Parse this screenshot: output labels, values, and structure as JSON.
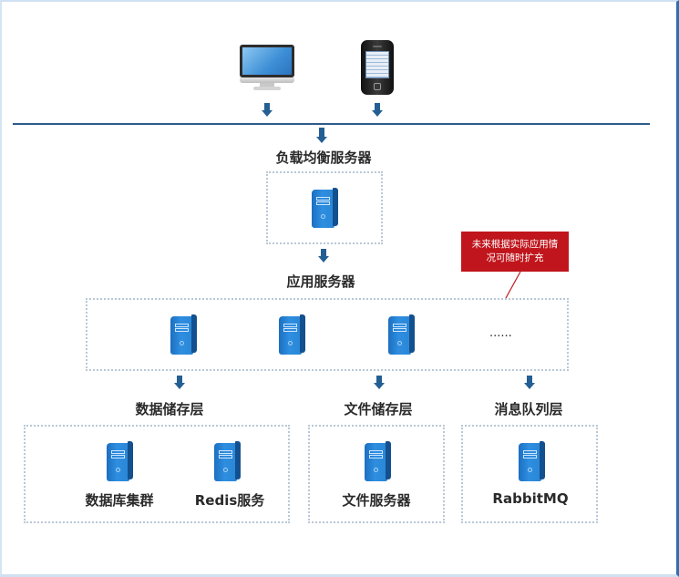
{
  "clients": [
    {
      "name": "desktop-monitor-icon"
    },
    {
      "name": "mobile-phone-icon"
    }
  ],
  "layers": {
    "load_balancer": {
      "title": "负载均衡服务器",
      "servers": 1
    },
    "app_servers": {
      "title": "应用服务器",
      "servers": 3,
      "more": "......",
      "callout": "未来根据实际应用情况可随时扩充"
    },
    "data_storage": {
      "title": "数据储存层",
      "items": [
        "数据库集群",
        "Redis服务"
      ]
    },
    "file_storage": {
      "title": "文件储存层",
      "items": [
        "文件服务器"
      ]
    },
    "message_queue": {
      "title": "消息队列层",
      "items": [
        "RabbitMQ"
      ]
    }
  },
  "colors": {
    "arrow": "#245f94",
    "server_blue": "#2a86d6",
    "callout_red": "#c0151c",
    "divider": "#2e5c8a"
  }
}
